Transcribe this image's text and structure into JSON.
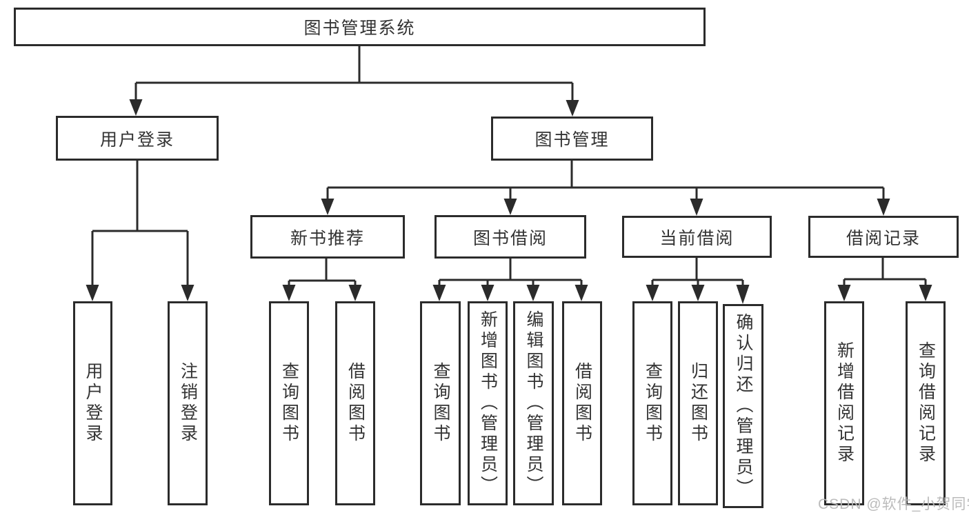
{
  "colors": {
    "line": "#2b2b2b",
    "text": "#333333",
    "background": "#ffffff",
    "watermark": "#b7b7b7"
  },
  "watermark": {
    "text": "CSDN @软件_小贺同学"
  },
  "tree": {
    "label": "图书管理系统",
    "children": [
      {
        "label": "用户登录",
        "children": [
          {
            "label": "用户登录"
          },
          {
            "label": "注销登录"
          }
        ]
      },
      {
        "label": "图书管理",
        "children": [
          {
            "label": "新书推荐",
            "children": [
              {
                "label": "查询图书"
              },
              {
                "label": "借阅图书"
              }
            ]
          },
          {
            "label": "图书借阅",
            "children": [
              {
                "label": "查询图书"
              },
              {
                "label": "新增图书（管理员）"
              },
              {
                "label": "编辑图书（管理员）"
              },
              {
                "label": "借阅图书"
              }
            ]
          },
          {
            "label": "当前借阅",
            "children": [
              {
                "label": "查询图书"
              },
              {
                "label": "归还图书"
              },
              {
                "label": "确认归还（管理员）"
              }
            ]
          },
          {
            "label": "借阅记录",
            "children": [
              {
                "label": "新增借阅记录"
              },
              {
                "label": "查询借阅记录"
              }
            ]
          }
        ]
      }
    ]
  }
}
